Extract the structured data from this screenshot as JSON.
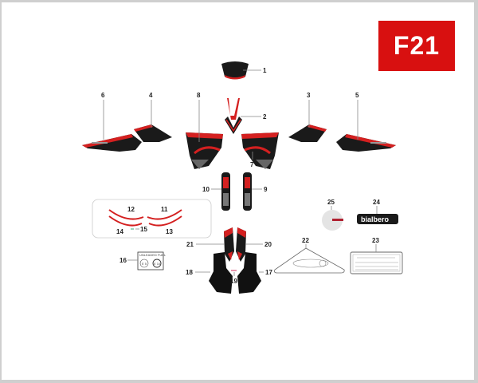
{
  "badge": {
    "code": "F21",
    "color": "#d81010"
  },
  "parts": {
    "p1": "1",
    "p2": "2",
    "p3": "3",
    "p4": "4",
    "p5": "5",
    "p6": "6",
    "p7": "7",
    "p8": "8",
    "p9": "9",
    "p10": "10",
    "p11": "11",
    "p12": "12",
    "p13": "13",
    "p14": "14",
    "p15": "15",
    "p16": "16",
    "p17": "17",
    "p18": "18",
    "p19": "19",
    "p20": "20",
    "p21": "21",
    "p22": "22",
    "p23": "23",
    "p24": "24",
    "p25": "25"
  },
  "decals": {
    "brand": "bialbero",
    "fuel_title": "UNLEADED FUEL",
    "fuel_e5": "E 5",
    "fuel_e10": "E 10"
  },
  "colors": {
    "red": "#d42020",
    "black": "#1a1a1a",
    "grey": "#777777"
  }
}
